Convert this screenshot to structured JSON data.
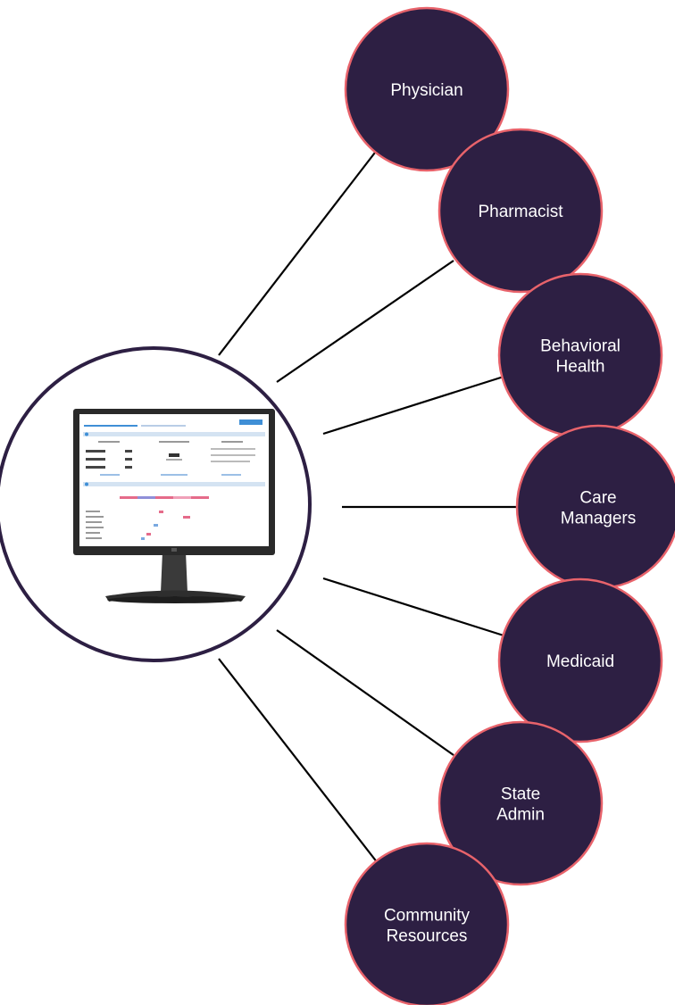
{
  "colors": {
    "node_fill": "#2d1f43",
    "node_stroke": "#e8636b",
    "hub_stroke": "#2d1f43",
    "connector": "#000000",
    "label": "#ffffff",
    "brand_blue": "#3f8fd6",
    "monitor_frame": "#2a2a2a"
  },
  "hub": {
    "name": "computer-dashboard",
    "icon": "monitor-icon"
  },
  "nodes": [
    {
      "id": "physician",
      "lines": [
        "Physician"
      ]
    },
    {
      "id": "pharmacist",
      "lines": [
        "Pharmacist"
      ]
    },
    {
      "id": "behavioral-health",
      "lines": [
        "Behavioral",
        "Health"
      ]
    },
    {
      "id": "care-managers",
      "lines": [
        "Care",
        "Managers"
      ]
    },
    {
      "id": "medicaid",
      "lines": [
        "Medicaid"
      ]
    },
    {
      "id": "state-admin",
      "lines": [
        "State",
        "Admin"
      ]
    },
    {
      "id": "community-resources",
      "lines": [
        "Community",
        "Resources"
      ]
    }
  ]
}
